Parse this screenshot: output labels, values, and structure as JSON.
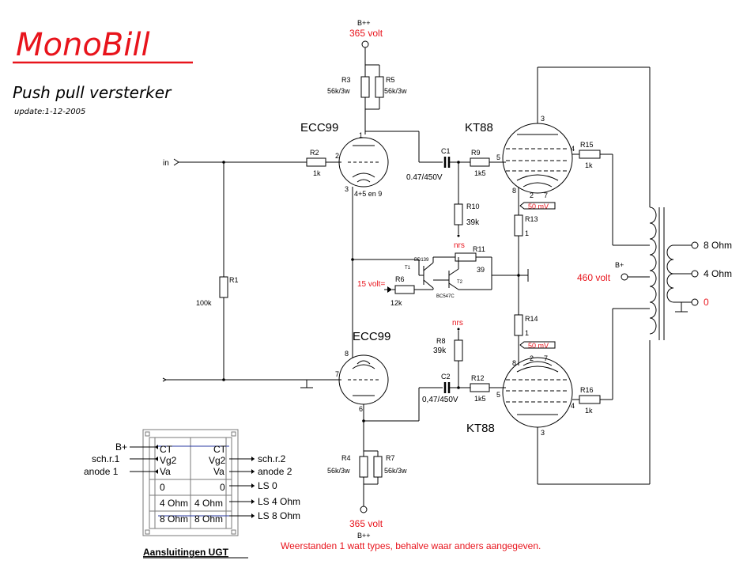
{
  "colors": {
    "accent_red": "#e8141c",
    "wire": "#000000",
    "frame_gray": "#7a7a7a",
    "ugt_blue": "#2a3aa0"
  },
  "title": "MonoBill",
  "subtitle": "Push pull versterker",
  "update": "update:1-12-2005",
  "supply": {
    "top_label": "B++",
    "top_voltage": "365 volt",
    "bottom_label": "B++",
    "bottom_voltage": "365 volt",
    "output_label": "B+",
    "output_voltage": "460 volt",
    "bias_voltage": "15 volt=",
    "nrs_top": "nrs",
    "nrs_bottom": "nrs"
  },
  "tubes": {
    "ecc_top": "ECC99",
    "ecc_bottom": "ECC99",
    "kt_top": "KT88",
    "kt_bottom": "KT88",
    "heater": "4+5 en 9"
  },
  "pins": {
    "e1a": "1",
    "e1g": "2",
    "e1k": "3",
    "e2a": "8",
    "e2g": "7",
    "e2k": "6",
    "k1a": "3",
    "k1g2": "4",
    "k1g1": "5",
    "k1k": "8",
    "k1h2": "2",
    "k1h7": "7",
    "k2a": "3",
    "k2g2": "4",
    "k2g1": "5",
    "k2k": "8",
    "k2h2": "2",
    "k2h7": "7"
  },
  "components": {
    "R1": {
      "name": "R1",
      "value": "100k"
    },
    "R2": {
      "name": "R2",
      "value": "1k"
    },
    "R3": {
      "name": "R3",
      "value": "56k/3w"
    },
    "R5": {
      "name": "R5",
      "value": "56k/3w"
    },
    "R4": {
      "name": "R4",
      "value": "56k/3w"
    },
    "R7": {
      "name": "R7",
      "value": "56k/3w"
    },
    "R6": {
      "name": "R6",
      "value": "12k"
    },
    "R8": {
      "name": "R8",
      "value": "39k"
    },
    "R9": {
      "name": "R9",
      "value": "1k5"
    },
    "R10": {
      "name": "R10",
      "value": "39k"
    },
    "R11": {
      "name": "R11",
      "value": "39"
    },
    "R12": {
      "name": "R12",
      "value": "1k5"
    },
    "R13": {
      "name": "R13",
      "value": "1"
    },
    "R14": {
      "name": "R14",
      "value": "1"
    },
    "R15": {
      "name": "R15",
      "value": "1k"
    },
    "R16": {
      "name": "R16",
      "value": "1k"
    },
    "C1": {
      "name": "C1",
      "value": "0.47/450V"
    },
    "C2": {
      "name": "C2",
      "value": "0,47/450V"
    },
    "T1": {
      "name": "T1",
      "type": "BD139"
    },
    "T2": {
      "name": "T2",
      "type": "BC547C"
    },
    "mv_top": "50 mV",
    "mv_bottom": "50 mV"
  },
  "io": {
    "input": "in",
    "out8": "8 Ohm",
    "out4": "4 Ohm",
    "out0": "0"
  },
  "ugt": {
    "title": "Aansluitingen UGT",
    "left_labels": [
      "B+",
      "sch.r.1",
      "anode 1"
    ],
    "right_labels": [
      "sch.r.2",
      "anode 2",
      "LS 0",
      "LS 4 Ohm",
      "LS 8 Ohm"
    ],
    "cells": {
      "ct_l": "CT",
      "ct_r": "CT",
      "vg2_l": "Vg2",
      "vg2_r": "Vg2",
      "va_l": "Va",
      "va_r": "Va",
      "z_l": "0",
      "z_r": "0",
      "f_l": "4 Ohm",
      "f_r": "4 Ohm",
      "e_l": "8 Ohm",
      "e_r": "8 Ohm"
    }
  },
  "footnote": "Weerstanden 1 watt types, behalve waar anders aangegeven."
}
